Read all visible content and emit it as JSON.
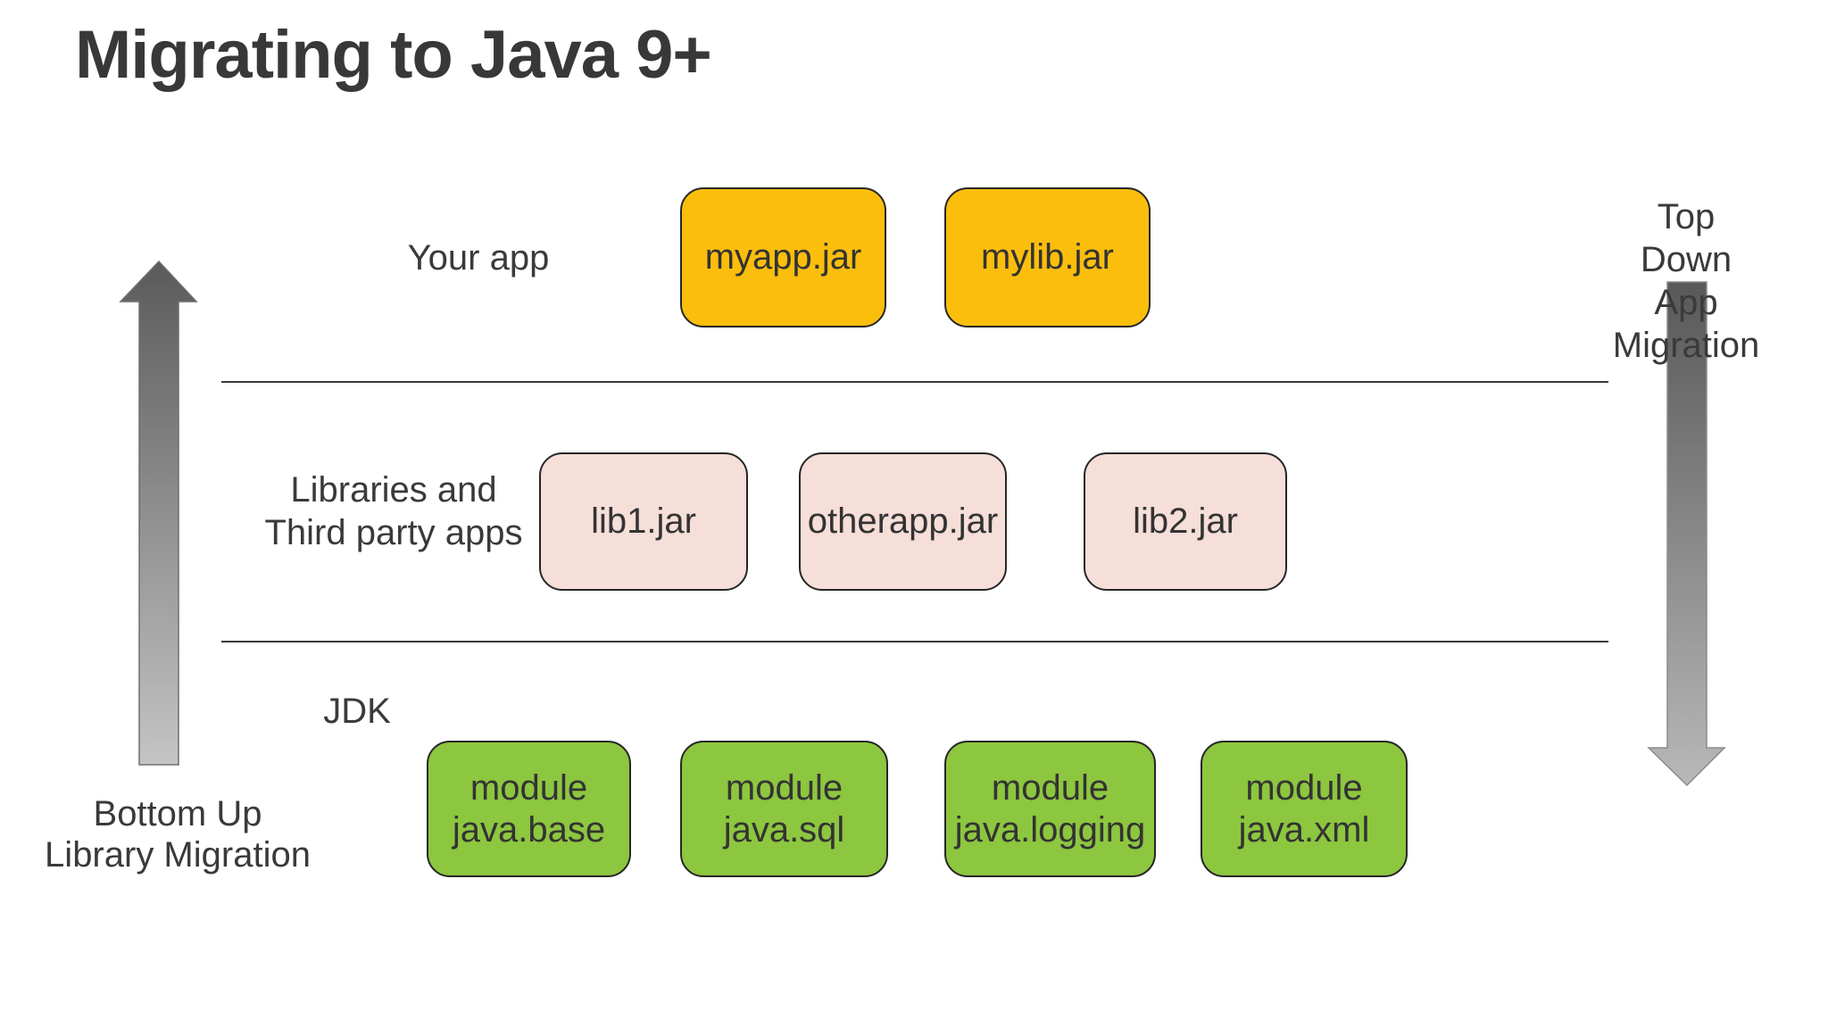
{
  "slide": {
    "title": "Migrating to Java 9+"
  },
  "rows": [
    {
      "label": "Your app",
      "boxes": [
        "myapp.jar",
        "mylib.jar"
      ]
    },
    {
      "label": "Libraries and\nThird party apps",
      "boxes": [
        "lib1.jar",
        "otherapp.jar",
        "lib2.jar"
      ]
    },
    {
      "label": "JDK",
      "boxes": [
        "module\njava.base",
        "module\njava.sql",
        "module\njava.logging",
        "module\njava.xml"
      ]
    }
  ],
  "arrows": {
    "left_label": "Bottom Up\nLibrary Migration",
    "right_label": "Top Down\nApp Migration"
  },
  "colors": {
    "app_box_fill": "#FBBE0D",
    "library_box_fill": "#F6DED9",
    "jdk_box_fill": "#8DC63F",
    "box_border": "#262626",
    "text": "#3A3A3A",
    "divider": "#3A3A3A",
    "arrow_gradient_dark": "#5A5A5A",
    "arrow_gradient_light": "#C4C4C4",
    "background": "#FFFFFF"
  }
}
